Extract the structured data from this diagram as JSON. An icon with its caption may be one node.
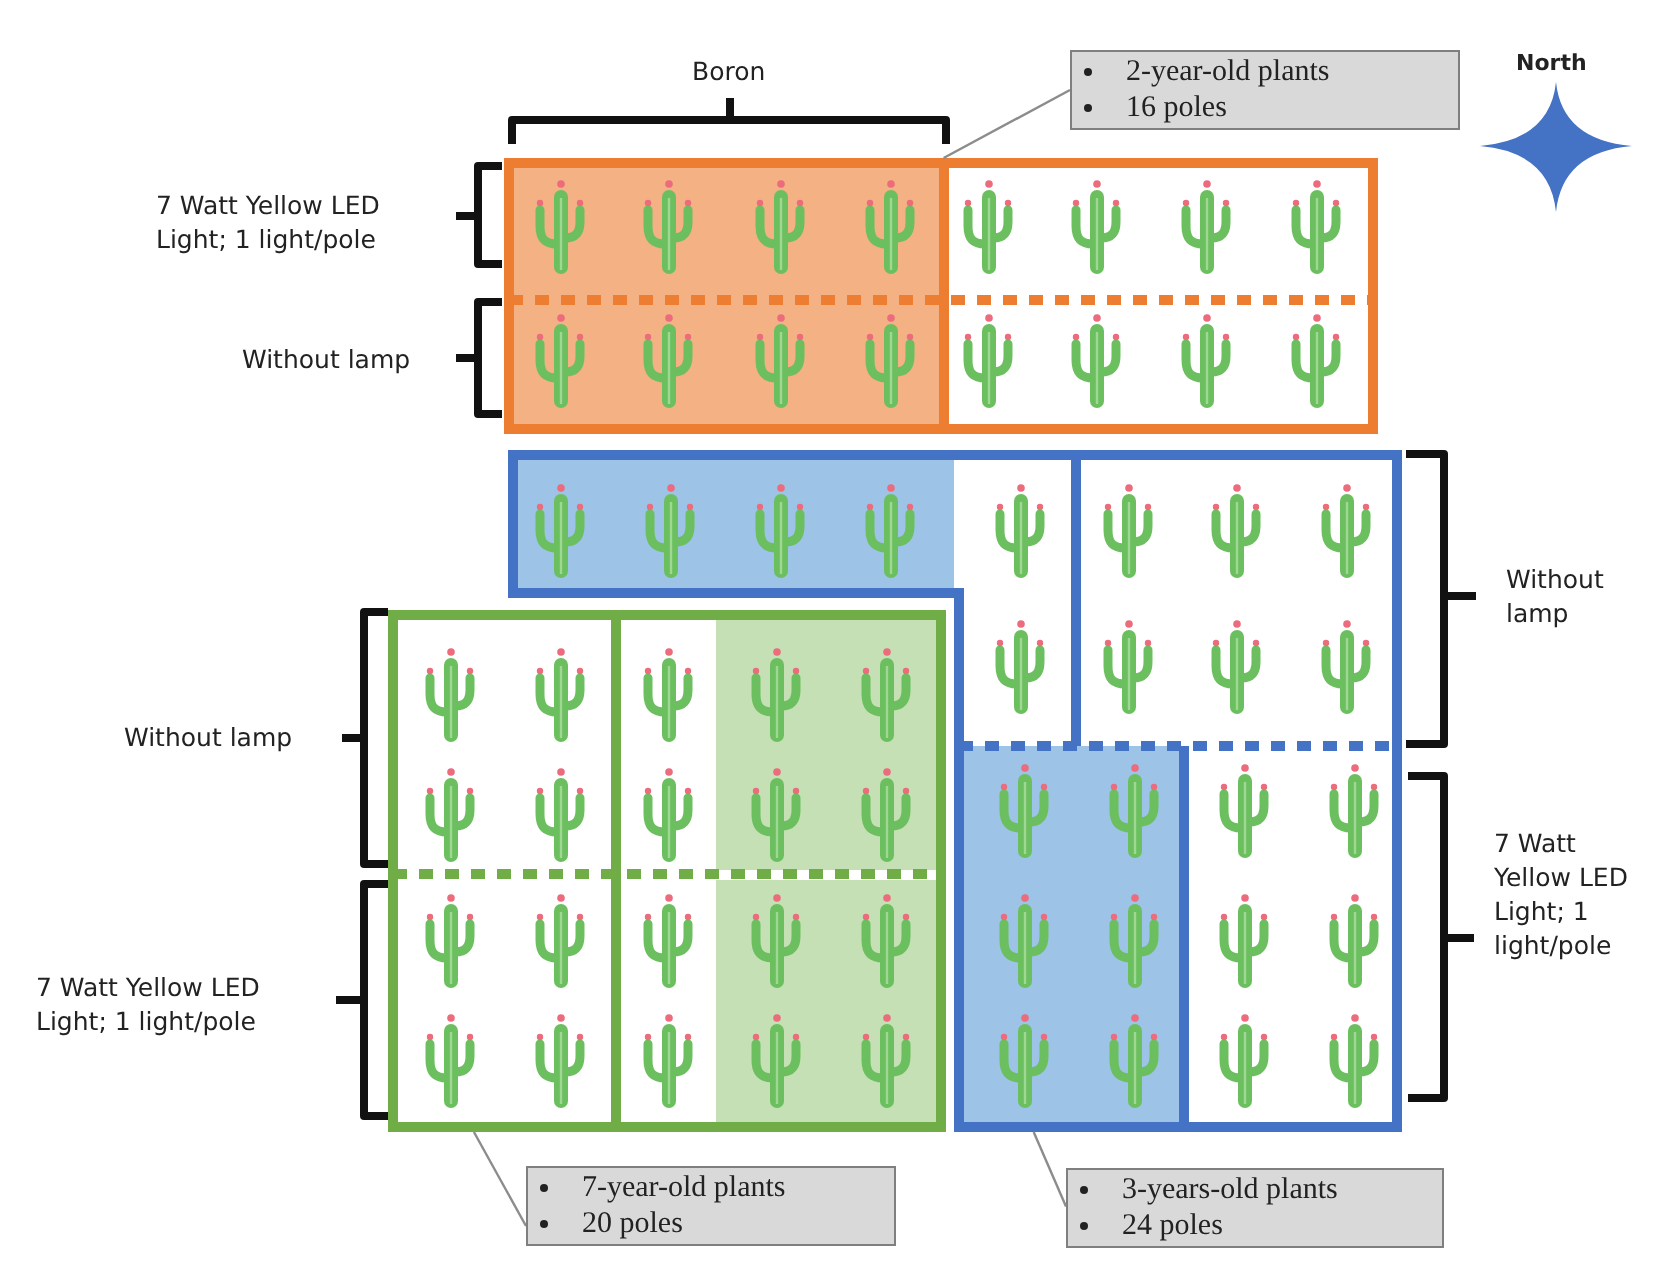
{
  "diagram": {
    "nodes": [
      {
        "text": [
          "2-year-old plants",
          "16 poles"
        ]
      },
      {
        "text": [],
        "shape": "box"
      },
      {
        "text": [],
        "shape": "box"
      },
      {
        "text": [],
        "shape": "box"
      },
      {
        "text": [
          "7-year-old plants",
          "20 poles"
        ]
      },
      {
        "text": [
          "3-years-old plants",
          "24 poles"
        ]
      }
    ],
    "edges": [
      {
        "from": 0,
        "to": 1,
        "arrow": "none"
      },
      {
        "from": 4,
        "to": 3,
        "arrow": "none"
      },
      {
        "from": 5,
        "to": 2,
        "arrow": "none"
      }
    ],
    "labels": [
      "Boron",
      "North",
      "7 Watt Yellow LED Light; 1 light/pole",
      "Without lamp",
      "Without lamp",
      "Without lamp",
      "7 Watt Yellow LED Light; 1 light/pole",
      "7 Watt Yellow LED Light; 1 light/pole"
    ]
  }
}
